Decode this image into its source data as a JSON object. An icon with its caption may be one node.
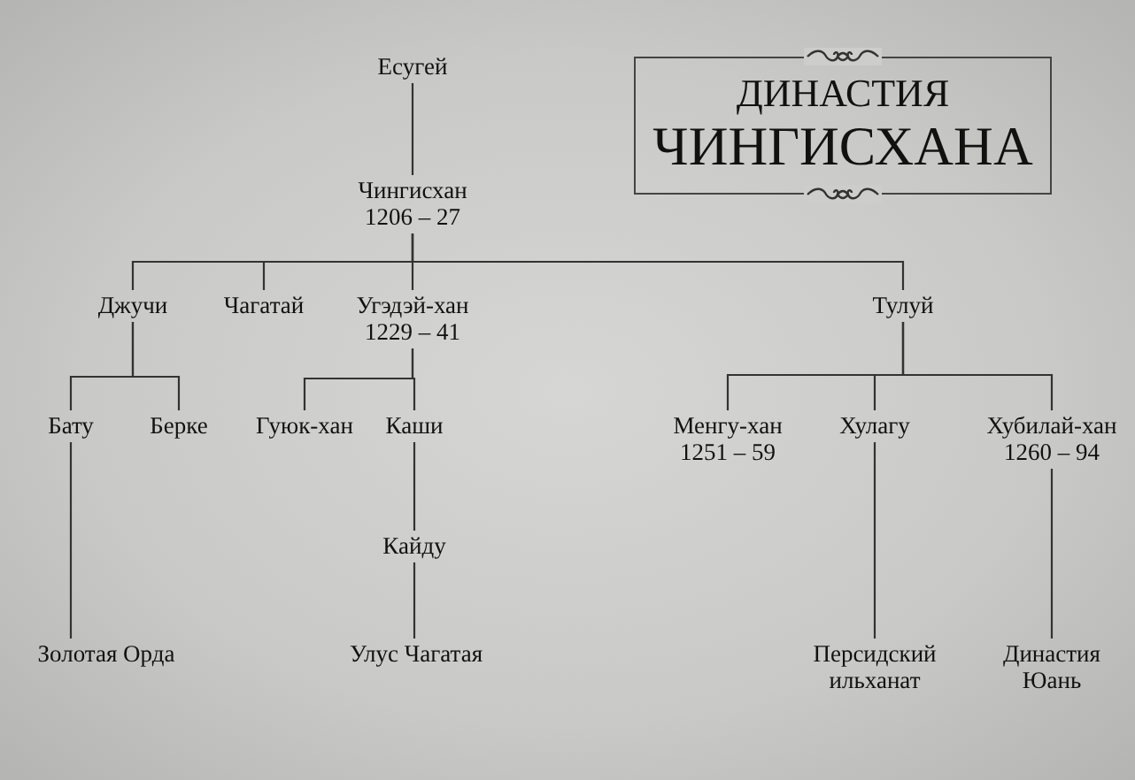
{
  "diagram": {
    "nodes": [
      {
        "text": [
          "Есугей"
        ]
      },
      {
        "text": [
          "Чингисхан 1206 – 27"
        ]
      },
      {
        "text": [
          "Джучи"
        ]
      },
      {
        "text": [
          "Чагатай"
        ]
      },
      {
        "text": [
          "Угэдэй-хан 1229 – 41"
        ]
      },
      {
        "text": [
          "Тулуй"
        ]
      },
      {
        "text": [
          "Бату"
        ]
      },
      {
        "text": [
          "Берке"
        ]
      },
      {
        "text": [
          "Гуюк-хан"
        ]
      },
      {
        "text": [
          "Каши"
        ]
      },
      {
        "text": [
          "Кайду"
        ]
      },
      {
        "text": [
          "Менгу-хан 1251 – 59"
        ]
      },
      {
        "text": [
          "Хулагу"
        ]
      },
      {
        "text": [
          "Хубилай-хан 1260 – 94"
        ]
      },
      {
        "text": [
          "Золотая Орда"
        ]
      },
      {
        "text": [
          "Улус Чагатая"
        ]
      },
      {
        "text": [
          "Персидский ильханат"
        ]
      },
      {
        "text": [
          "Династия Юань"
        ]
      },
      {
        "text": [
          "ДИНАСТИЯ",
          "ЧИНГИСХАНА"
        ]
      }
    ],
    "edges": [
      {
        "from": 0,
        "to": 1,
        "arrow": "none"
      },
      {
        "from": 1,
        "to": 2,
        "arrow": "none"
      },
      {
        "from": 1,
        "to": 3,
        "arrow": "none"
      },
      {
        "from": 1,
        "to": 4,
        "arrow": "none"
      },
      {
        "from": 1,
        "to": 5,
        "arrow": "none"
      },
      {
        "from": 2,
        "to": 6,
        "arrow": "none"
      },
      {
        "from": 2,
        "to": 7,
        "arrow": "none"
      },
      {
        "from": 4,
        "to": 8,
        "arrow": "none"
      },
      {
        "from": 4,
        "to": 9,
        "arrow": "none"
      },
      {
        "from": 5,
        "to": 11,
        "arrow": "none"
      },
      {
        "from": 5,
        "to": 12,
        "arrow": "none"
      },
      {
        "from": 5,
        "to": 13,
        "arrow": "none"
      },
      {
        "from": 6,
        "to": 14,
        "arrow": "none"
      },
      {
        "from": 9,
        "to": 10,
        "arrow": "none"
      },
      {
        "from": 10,
        "to": 15,
        "arrow": "none"
      },
      {
        "from": 12,
        "to": 16,
        "arrow": "none"
      },
      {
        "from": 13,
        "to": 17,
        "arrow": "none"
      }
    ]
  }
}
